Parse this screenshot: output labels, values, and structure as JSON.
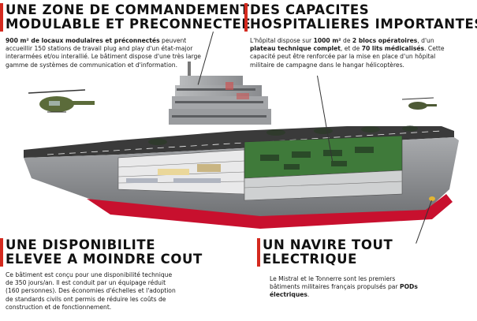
{
  "sections": {
    "command": {
      "title_lines": [
        "UNE ZONE DE COMMANDEMENT",
        "MODULABLE ET PRECONNECTEE"
      ],
      "body": [
        {
          "text": "900 m² de locaux modulaires et préconnectés",
          "bold": true
        },
        {
          "text": " peuvent accueillir 150 stations de travail plug and play d'un état-major interarmées et/ou interallié. Le bâtiment dispose d'une très large gamme de systèmes de communication et d'information.",
          "bold": false
        }
      ]
    },
    "hospital": {
      "title_lines": [
        "DES CAPACITES",
        "HOSPITALIERES IMPORTANTES"
      ],
      "body": [
        {
          "text": "L'hôpital dispose sur ",
          "bold": false
        },
        {
          "text": "1000 m²",
          "bold": true
        },
        {
          "text": " de ",
          "bold": false
        },
        {
          "text": "2 blocs opératoires",
          "bold": true
        },
        {
          "text": ", d'un ",
          "bold": false
        },
        {
          "text": "plateau technique complet",
          "bold": true
        },
        {
          "text": ", et de ",
          "bold": false
        },
        {
          "text": "70 lits médicalisés",
          "bold": true
        },
        {
          "text": ". Cette capacité peut être renforcée par la mise en place d'un hôpital militaire de campagne dans le hangar hélicoptères.",
          "bold": false
        }
      ]
    },
    "availability": {
      "title_lines": [
        "UNE DISPONIBILITE",
        "ELEVEE A MOINDRE COUT"
      ],
      "body": [
        {
          "text": "Ce bâtiment est conçu pour une disponibilité technique de 350 jours/an. Il est conduit par un équipage réduit (160 personnes). Des économies d'échelles et l'adoption de standards civils ont permis de réduire les coûts de construction et de fonctionnement.",
          "bold": false
        }
      ]
    },
    "electric": {
      "title_lines": [
        "UN NAVIRE TOUT",
        "ELECTRIQUE"
      ],
      "body": [
        {
          "text": "Le Mistral et le Tonnerre sont les premiers bâtiments militaires français propulsés par ",
          "bold": false
        },
        {
          "text": "PODs électriques",
          "bold": true
        },
        {
          "text": ".",
          "bold": false
        }
      ]
    }
  },
  "colors": {
    "accent": "#d42a1f",
    "hull_grey": "#8e9093",
    "hull_red": "#c8102e",
    "deck": "#3a3a3a",
    "hangar_green": "#3f7a3a"
  }
}
